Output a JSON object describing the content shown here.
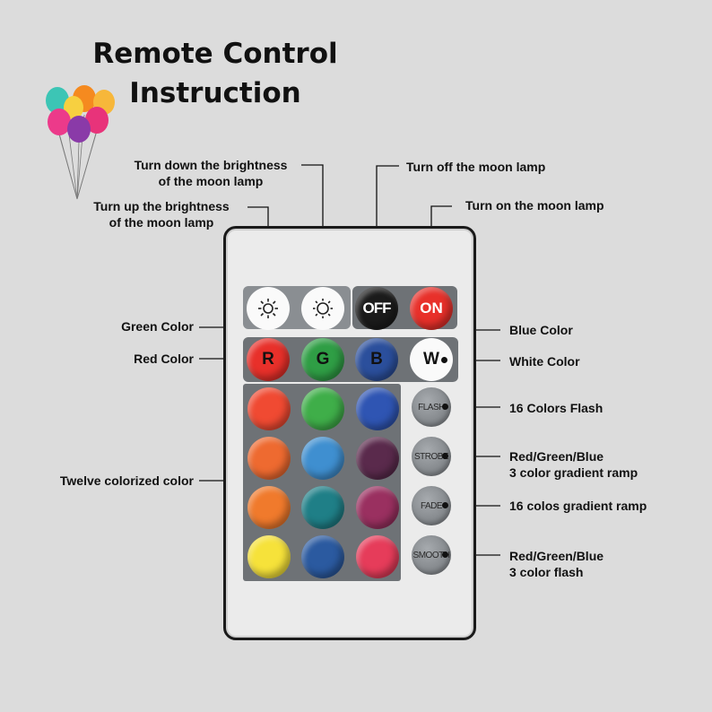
{
  "title": {
    "line1": "Remote Control",
    "line2": "Instruction"
  },
  "callouts": {
    "brightness_down": {
      "line1": "Turn down the brightness",
      "line2": "of the moon lamp"
    },
    "brightness_up": {
      "line1": "Turn up the brightness",
      "line2": "of the moon lamp"
    },
    "off": "Turn off the moon lamp",
    "on": "Turn on the moon lamp",
    "green": "Green Color",
    "red": "Red Color",
    "blue": "Blue Color",
    "white": "White Color",
    "flash": "16 Colors Flash",
    "strobe": {
      "line1": "Red/Green/Blue",
      "line2": "3 color gradient ramp"
    },
    "fade": "16 colos gradient ramp",
    "smooth": {
      "line1": "Red/Green/Blue",
      "line2": "3 color flash"
    },
    "twelve": "Twelve colorized color"
  },
  "buttons": {
    "off": "OFF",
    "on": "ON",
    "r": "R",
    "g": "G",
    "b": "B",
    "w": "W",
    "flash": "FLASH",
    "strobe": "STROBE",
    "fade": "FADE",
    "smooth": "SMOOTH"
  },
  "colors": {
    "background": "#dcdcdc",
    "panel": "#6e7276",
    "grid": [
      "#f04a32",
      "#3fae49",
      "#2f55b3",
      "#ee6a30",
      "#3f8fd0",
      "#5a2a4c",
      "#f07a2c",
      "#1f7f87",
      "#9a3060",
      "#f6e23a",
      "#2b5aa0",
      "#e63c5a"
    ]
  }
}
